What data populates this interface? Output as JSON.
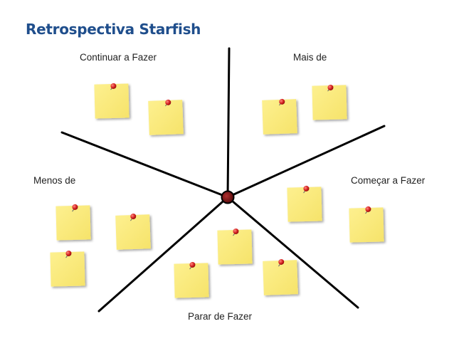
{
  "title": "Retrospectiva Starfish",
  "sections": {
    "continuar": "Continuar a Fazer",
    "mais": "Mais de",
    "comecar": "Começar a Fazer",
    "parar": "Parar de Fazer",
    "menos": "Menos de"
  },
  "colors": {
    "title": "#1f4e8c",
    "line": "#000000",
    "note": "#fbeb7a",
    "pin": "#d42020",
    "center": "#7a0d0d"
  }
}
